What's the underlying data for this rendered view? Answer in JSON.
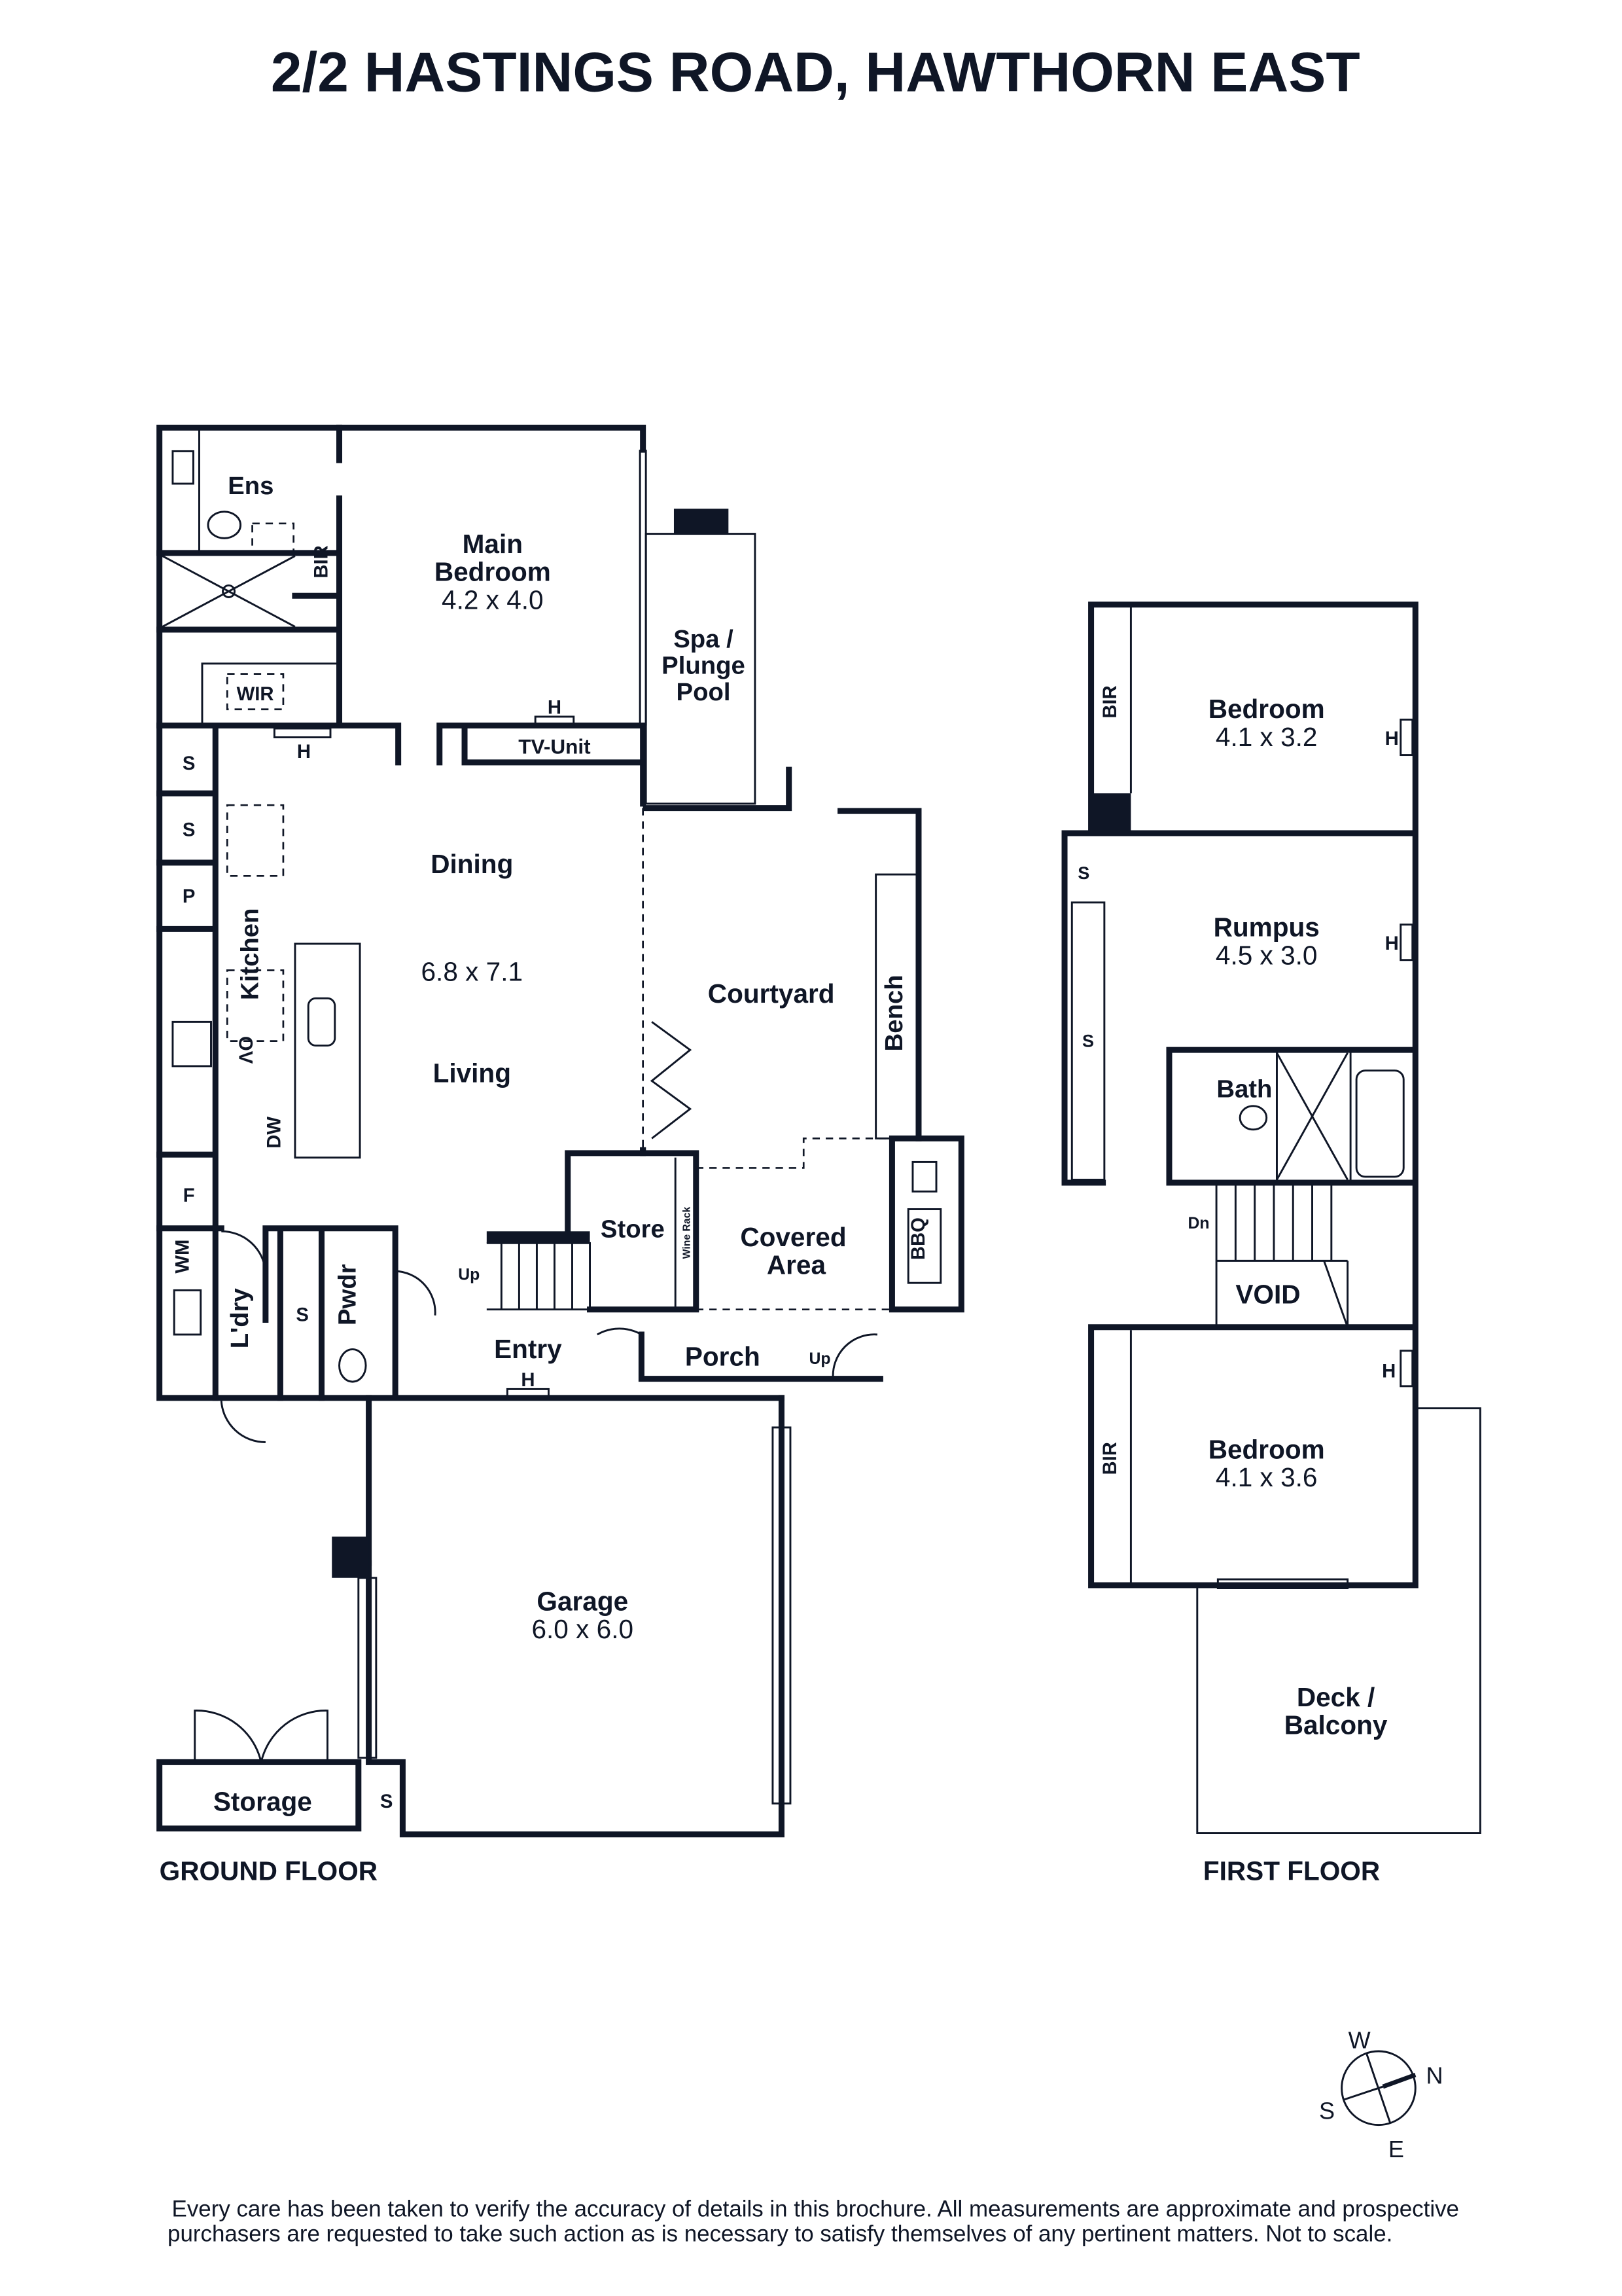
{
  "title": "2/2 HASTINGS ROAD, HAWTHORN EAST",
  "ground_floor": {
    "label": "GROUND FLOOR",
    "rooms": {
      "ens": "Ens",
      "bir": "BIR",
      "wir": "WIR",
      "main_bedroom": "Main",
      "main_bedroom2": "Bedroom",
      "main_bedroom_size": "4.2 x 4.0",
      "tv_unit": "TV-Unit",
      "spa1": "Spa /",
      "spa2": "Plunge",
      "spa3": "Pool",
      "dining": "Dining",
      "living_size": "6.8 x 7.1",
      "living": "Living",
      "kitchen": "Kitchen",
      "courtyard": "Courtyard",
      "bench": "Bench",
      "store": "Store",
      "wine_rack": "Wine Rack",
      "covered1": "Covered",
      "covered2": "Area",
      "bbq": "BBQ",
      "entry": "Entry",
      "porch": "Porch",
      "laundry": "L'dry",
      "powder": "Pwdr",
      "garage": "Garage",
      "garage_size": "6.0 x 6.0",
      "storage": "Storage"
    },
    "marks": {
      "s": "S",
      "p": "P",
      "ov": "OV",
      "dw": "DW",
      "f": "F",
      "wm": "WM",
      "h": "H",
      "up": "Up"
    }
  },
  "first_floor": {
    "label": "FIRST FLOOR",
    "rooms": {
      "bedroom1": "Bedroom",
      "bedroom1_size": "4.1 x 3.2",
      "rumpus": "Rumpus",
      "rumpus_size": "4.5 x 3.0",
      "bath": "Bath",
      "void": "VOID",
      "bedroom2": "Bedroom",
      "bedroom2_size": "4.1 x 3.6",
      "deck1": "Deck /",
      "deck2": "Balcony",
      "bir": "BIR",
      "s": "S",
      "h": "H",
      "dn": "Dn"
    }
  },
  "compass": {
    "w": "W",
    "n": "N",
    "s": "S",
    "e": "E"
  },
  "disclaimer": {
    "line1": "Every care has been taken to verify the accuracy of details in this brochure. All measurements are approximate and prospective",
    "line2": "purchasers are requested to take such action as is necessary to satisfy themselves of any pertinent matters. Not to scale."
  }
}
